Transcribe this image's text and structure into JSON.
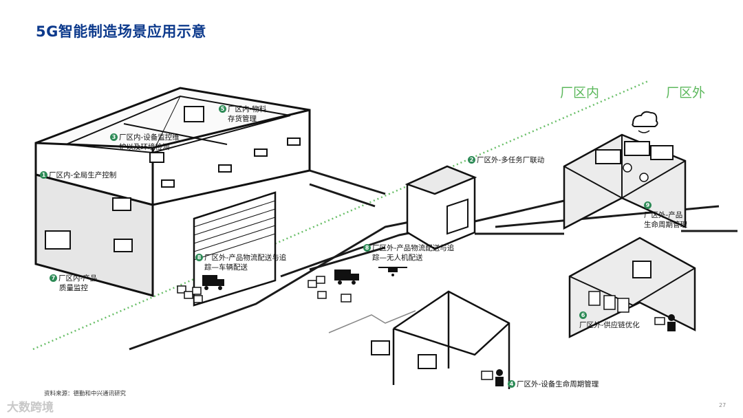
{
  "title": "5G智能制造场景应用示意",
  "zones": {
    "inside": "厂区内",
    "outside": "厂区外"
  },
  "labels": [
    {
      "num": "1",
      "lines": [
        "厂区内-全局生产控制"
      ]
    },
    {
      "num": "2",
      "lines": [
        "厂区外-多任务厂联动"
      ]
    },
    {
      "num": "3",
      "lines": [
        "厂区内-设备监控维",
        "护以及环境检测"
      ]
    },
    {
      "num": "4",
      "lines": [
        "厂区外-设备生命周期管理"
      ]
    },
    {
      "num": "5",
      "lines": [
        "厂区内-物料",
        "存货管理"
      ]
    },
    {
      "num": "6",
      "lines": [
        "厂区外-供应链优化"
      ]
    },
    {
      "num": "7",
      "lines": [
        "厂区内-产品",
        "质量监控"
      ]
    },
    {
      "num": "8",
      "lines": [
        "厂区外-产品物流配送与追",
        "踪—车辆配送"
      ]
    },
    {
      "num": "8",
      "lines": [
        "厂区外-产品物流配送与追",
        "踪—无人机配送"
      ]
    },
    {
      "num": "9",
      "lines": [
        "厂区外-产品",
        "生命周期管理"
      ]
    }
  ],
  "source": "资料来源：德勤和中兴通讯研究",
  "watermark": "大数跨境",
  "page_number": "27",
  "colors": {
    "title": "#0d3a8c",
    "zone": "#5cb85c",
    "badge": "#2e8b57",
    "divider": "#6abf69"
  }
}
